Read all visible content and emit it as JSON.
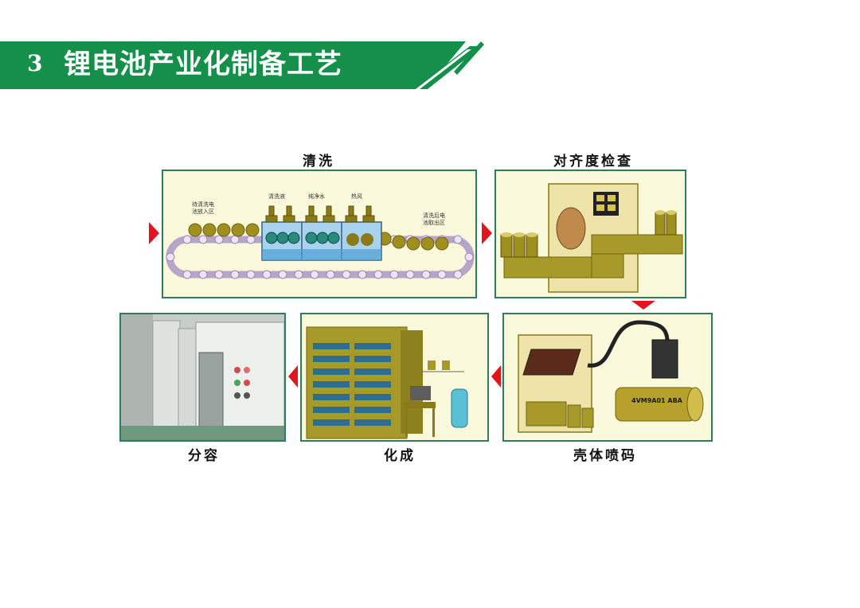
{
  "header": {
    "number": "3",
    "title": "锂电池产业化制备工艺"
  },
  "steps": {
    "wash": "清洗",
    "align": "对齐度检查",
    "print": "壳体喷码",
    "formation": "化成",
    "grading": "分容"
  },
  "wash_labels": {
    "in": "待清洗电\n池放入区",
    "agent": "清洗液",
    "water": "纯净水",
    "wind": "热风",
    "out": "清洗后电\n池取出区"
  },
  "print_code": "4VM9A01 ABA",
  "colors": {
    "accent_green": "#14904a",
    "border": "#2e7d5b",
    "arrow_red": "#e3141c",
    "olive": "#a89a2a"
  }
}
